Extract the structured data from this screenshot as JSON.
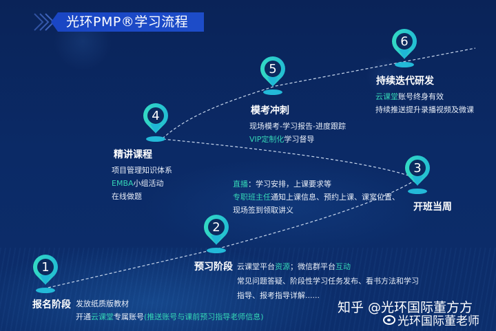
{
  "title": "光环PMP®学习流程",
  "accent_color": "#35d6b6",
  "pin_gradient": [
    "#37e0c0",
    "#1fb7d6"
  ],
  "stages": [
    {
      "number": "1",
      "title": "报名阶段",
      "lines": [
        {
          "segments": [
            {
              "text": "发放纸质版教材",
              "hl": false
            }
          ]
        },
        {
          "segments": [
            {
              "text": "开通",
              "hl": false
            },
            {
              "text": "云课堂",
              "hl": true
            },
            {
              "text": "专属账号",
              "hl": false
            },
            {
              "text": "(推送账号与课前预习指导老师信息)",
              "hl": true
            }
          ]
        }
      ]
    },
    {
      "number": "2",
      "title": "预习阶段",
      "lines": [
        {
          "segments": [
            {
              "text": "云课堂平台",
              "hl": false
            },
            {
              "text": "资源",
              "hl": true
            },
            {
              "text": "；微信群平台",
              "hl": false
            },
            {
              "text": "互动",
              "hl": true
            }
          ]
        },
        {
          "segments": [
            {
              "text": "常见问题答疑、阶段性学习任务发布、看书方法和学习",
              "hl": false
            }
          ]
        },
        {
          "segments": [
            {
              "text": "指导、报考指导详解......",
              "hl": false
            }
          ]
        }
      ]
    },
    {
      "number": "3",
      "title": "开班当周",
      "lines": [
        {
          "segments": [
            {
              "text": "直播",
              "hl": true
            },
            {
              "text": "：学习安排，上课要求等",
              "hl": false
            }
          ]
        },
        {
          "segments": [
            {
              "text": "专职班主任",
              "hl": true
            },
            {
              "text": "通知上课信息、预约上课、课室位置、",
              "hl": false
            }
          ]
        },
        {
          "segments": [
            {
              "text": "现场签到领取讲义",
              "hl": false
            }
          ]
        }
      ]
    },
    {
      "number": "4",
      "title": "精讲课程",
      "lines": [
        {
          "segments": [
            {
              "text": "项目管理知识体系",
              "hl": false
            }
          ]
        },
        {
          "segments": [
            {
              "text": "EMBA",
              "hl": true
            },
            {
              "text": "小组活动",
              "hl": false
            }
          ]
        },
        {
          "segments": [
            {
              "text": "在线做题",
              "hl": false
            }
          ]
        }
      ]
    },
    {
      "number": "5",
      "title": "模考冲刺",
      "lines": [
        {
          "segments": [
            {
              "text": "现场模考-学习报告-进度跟踪",
              "hl": false
            }
          ]
        },
        {
          "segments": [
            {
              "text": "VIP定制化",
              "hl": true
            },
            {
              "text": "学习督导",
              "hl": false
            }
          ]
        }
      ]
    },
    {
      "number": "6",
      "title": "持续迭代研发",
      "lines": [
        {
          "segments": [
            {
              "text": "云课堂",
              "hl": true
            },
            {
              "text": "账号终身有效",
              "hl": false
            }
          ]
        },
        {
          "segments": [
            {
              "text": "持续推送提升录播视频及微课",
              "hl": false
            }
          ]
        }
      ]
    }
  ],
  "watermarks": {
    "zhihu": "知乎 @光环国际董方方",
    "weibo": "光环国际董老师"
  }
}
